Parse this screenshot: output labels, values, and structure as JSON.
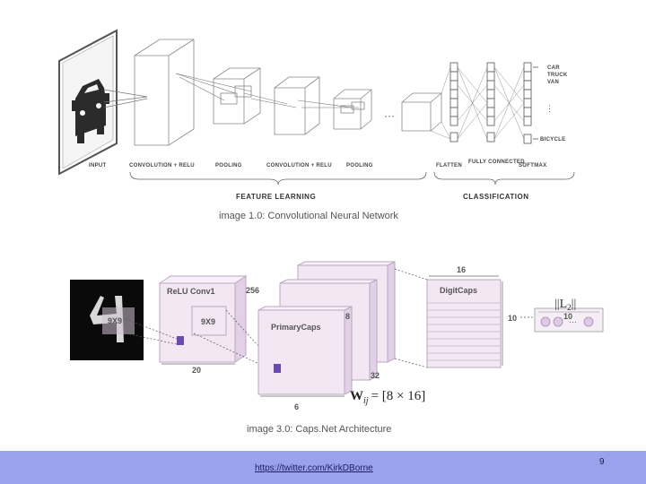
{
  "cnn": {
    "stage_labels": [
      "INPUT",
      "CONVOLUTION + RELU",
      "POOLING",
      "CONVOLUTION + RELU",
      "POOLING",
      "FLATTEN",
      "FULLY CONNECTED",
      "SOFTMAX"
    ],
    "classes": [
      "CAR",
      "TRUCK",
      "VAN",
      "BICYCLE"
    ],
    "sections": [
      "FEATURE LEARNING",
      "CLASSIFICATION"
    ],
    "caption": "image 1.0: Convolutional Neural Network"
  },
  "capsnet": {
    "input_kernel": "9X9",
    "conv_label": "ReLU Conv1",
    "conv_depth": "256",
    "conv_kernel": "9X9",
    "conv_size": "20",
    "primary_label": "PrimaryCaps",
    "primary_depth": "8",
    "primary_size": "6",
    "primary_count": "32",
    "weight_label": "W",
    "weight_sub": "ij",
    "weight_value": "= [8 × 16]",
    "digit_label": "DigitCaps",
    "digit_dim": "16",
    "digit_count": "10",
    "norm_label": "||L",
    "norm_sub": "2",
    "norm_end": "||",
    "output_count": "10",
    "caption": "image 3.0: Caps.Net Architecture"
  },
  "footer": {
    "link": "https://twitter.com/KirkDBorne",
    "page": "9"
  }
}
